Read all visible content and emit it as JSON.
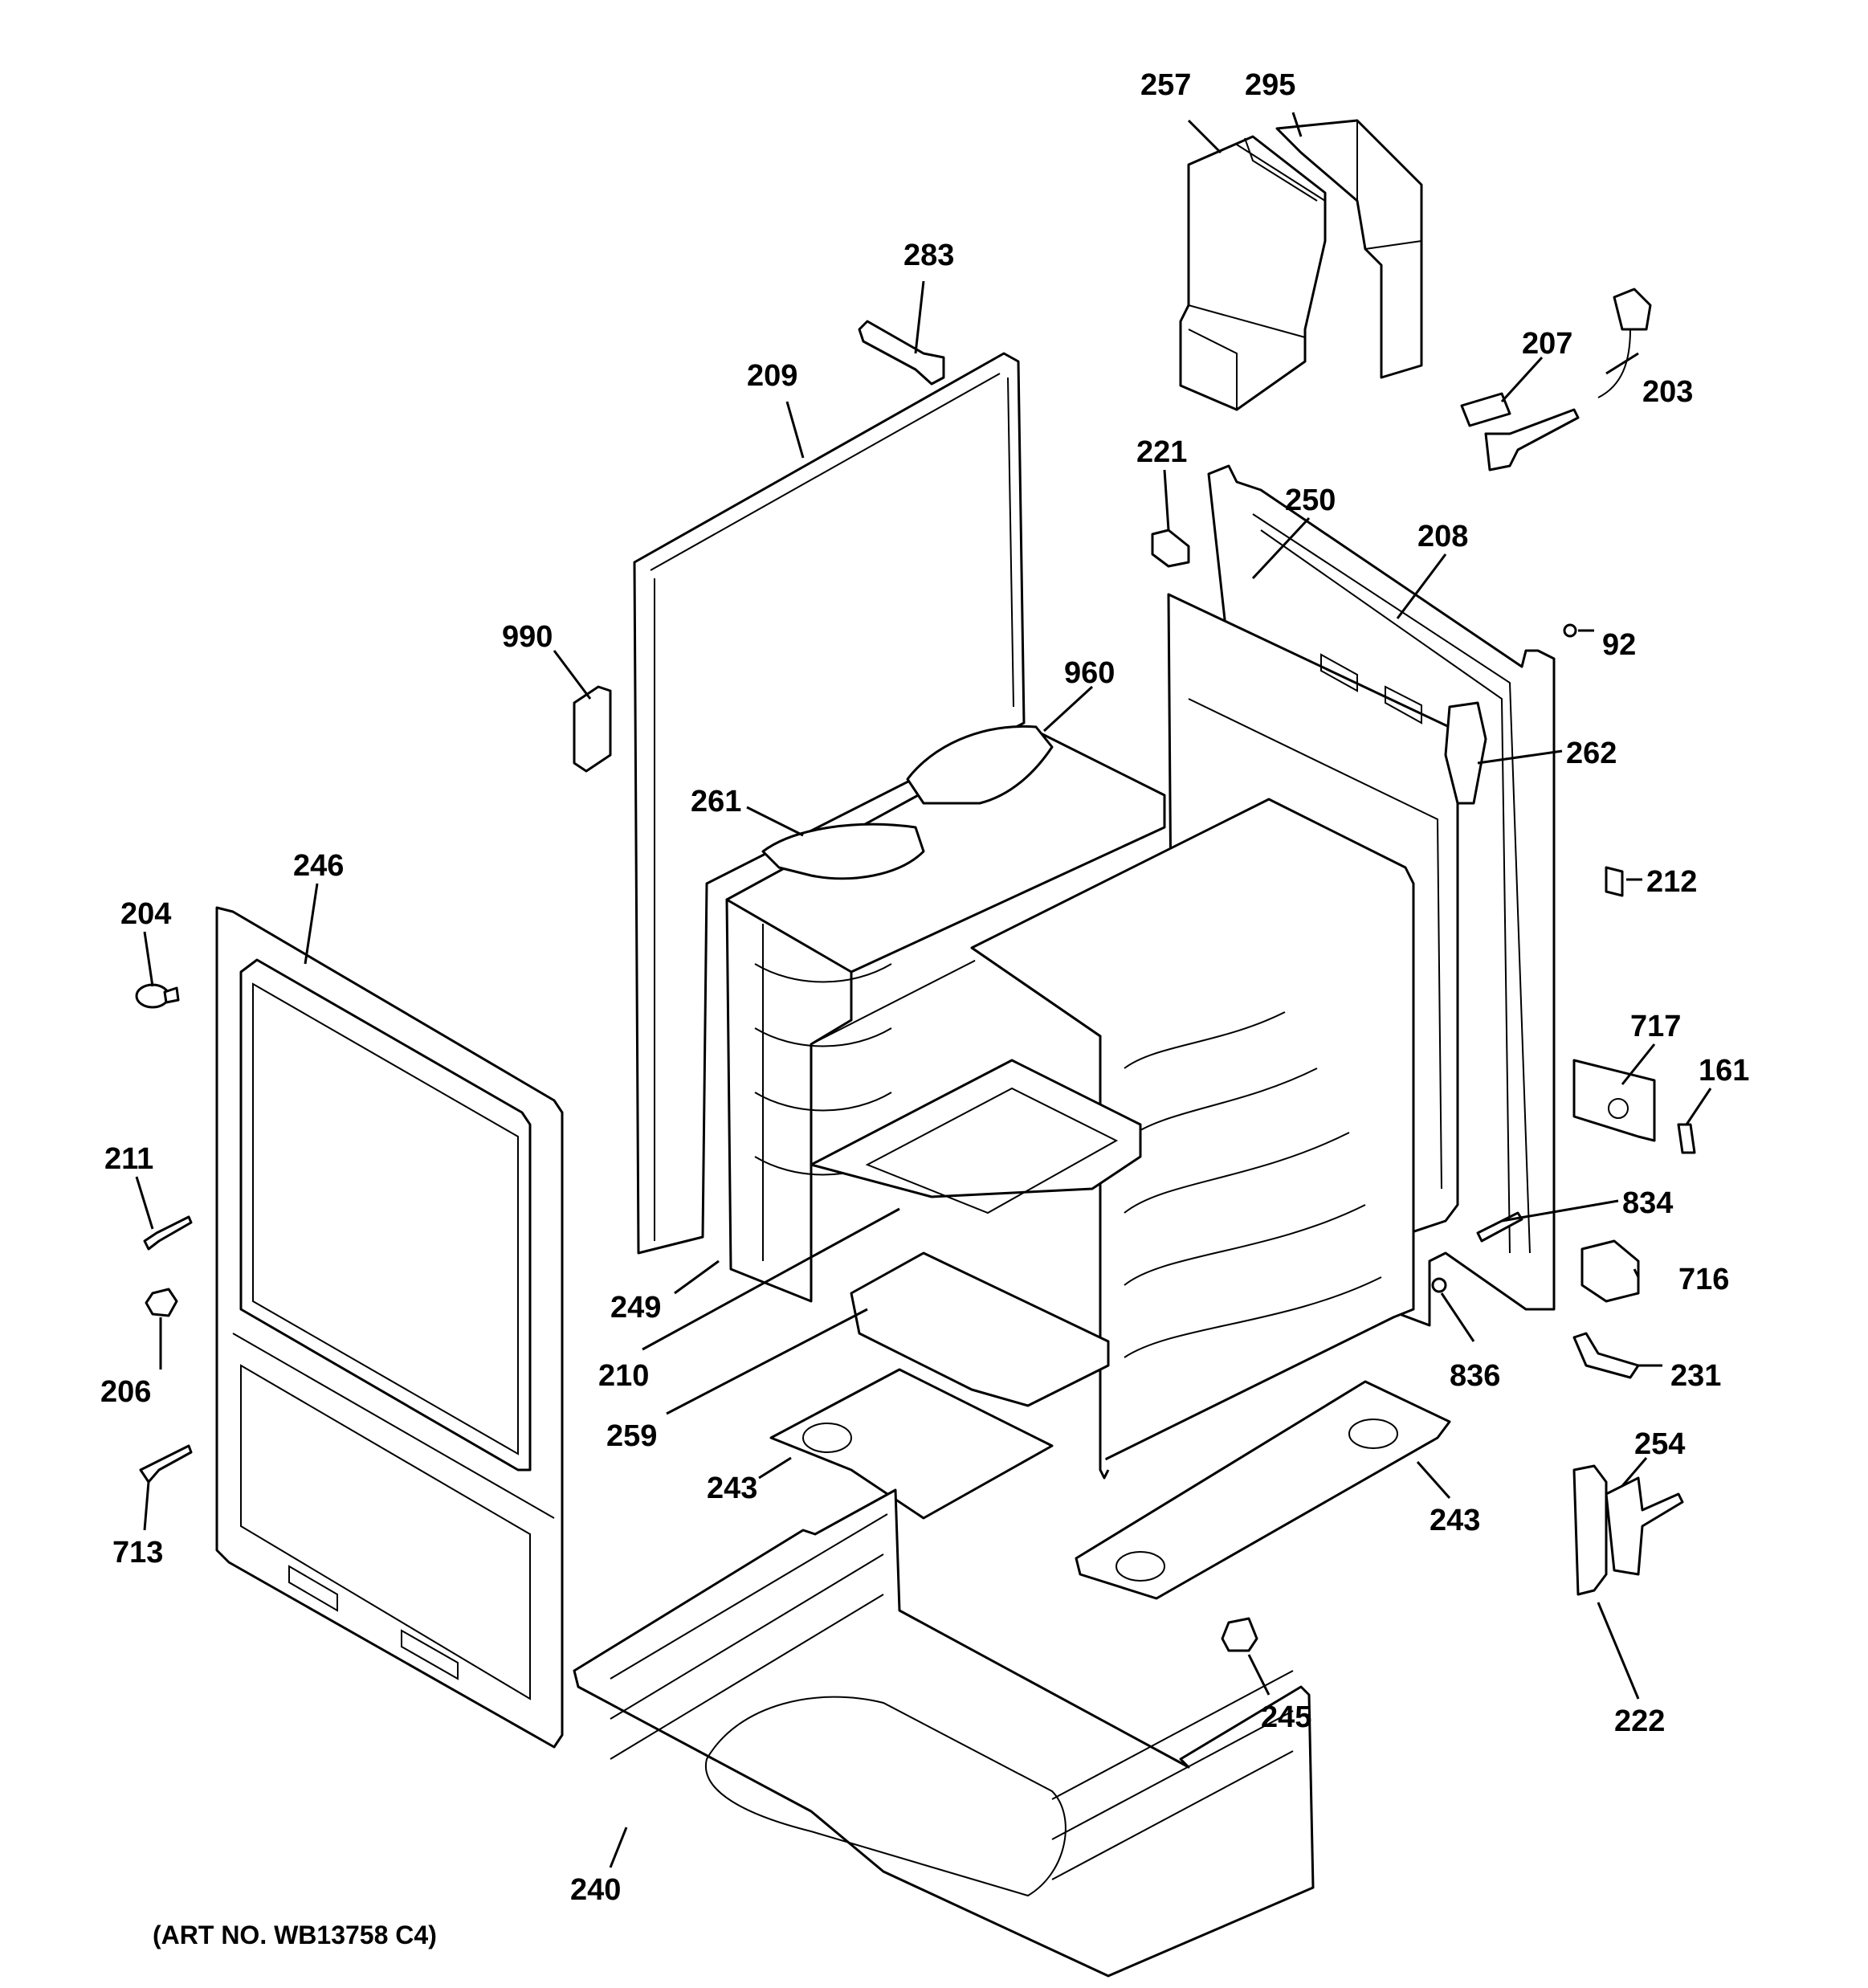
{
  "art_number": "(ART NO. WB13758 C4)",
  "callouts": {
    "c257": "257",
    "c295": "295",
    "c283": "283",
    "c209": "209",
    "c207": "207",
    "c203": "203",
    "c221": "221",
    "c250": "250",
    "c208": "208",
    "c92": "92",
    "c990": "990",
    "c960": "960",
    "c262": "262",
    "c261": "261",
    "c246": "246",
    "c212": "212",
    "c204": "204",
    "c717": "717",
    "c161": "161",
    "c211": "211",
    "c834": "834",
    "c716": "716",
    "c206": "206",
    "c249": "249",
    "c210": "210",
    "c836": "836",
    "c231": "231",
    "c259": "259",
    "c254": "254",
    "c713": "713",
    "c243a": "243",
    "c243b": "243",
    "c245": "245",
    "c222": "222",
    "c240": "240"
  }
}
